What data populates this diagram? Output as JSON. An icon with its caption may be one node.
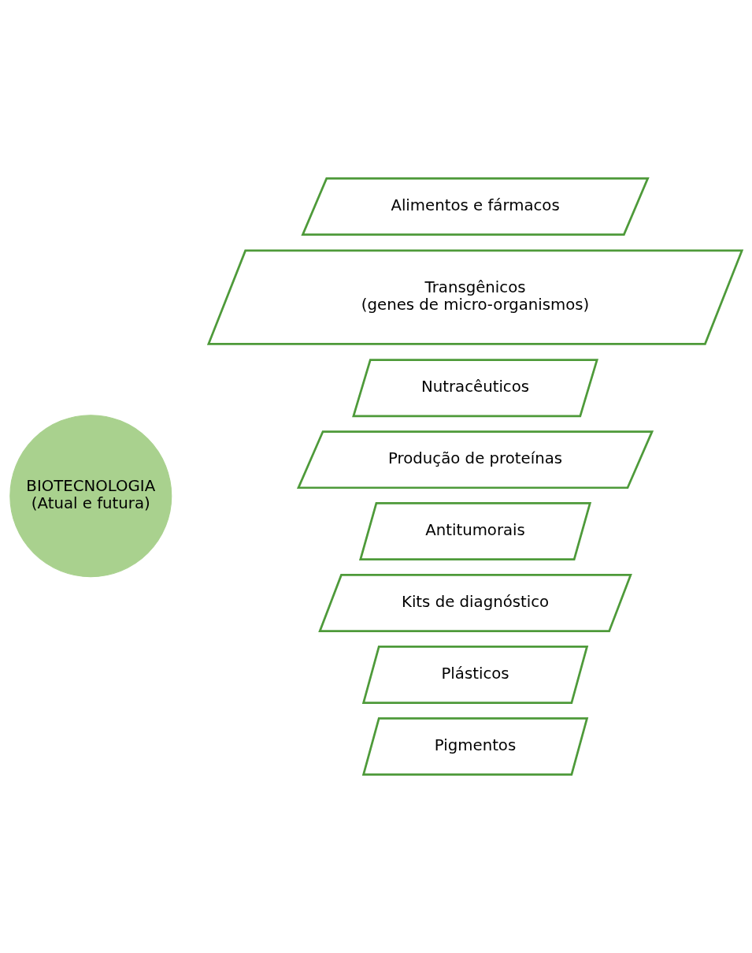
{
  "diagram": {
    "nodes": [
      {
        "text": [
          "BIOTECNOLOGIA",
          "(Atual e futura)"
        ]
      },
      {
        "text": [
          "Alimentos e fármacos"
        ]
      },
      {
        "text": [
          "Transgênicos",
          "(genes de micro-organismos)"
        ]
      },
      {
        "text": [
          "Nutracêuticos"
        ]
      },
      {
        "text": [
          "Produção de proteínas"
        ]
      },
      {
        "text": [
          "Antitumorais"
        ]
      },
      {
        "text": [
          "Kits de diagnóstico"
        ]
      },
      {
        "text": [
          "Plásticos"
        ]
      },
      {
        "text": [
          "Pigmentos"
        ]
      }
    ]
  }
}
